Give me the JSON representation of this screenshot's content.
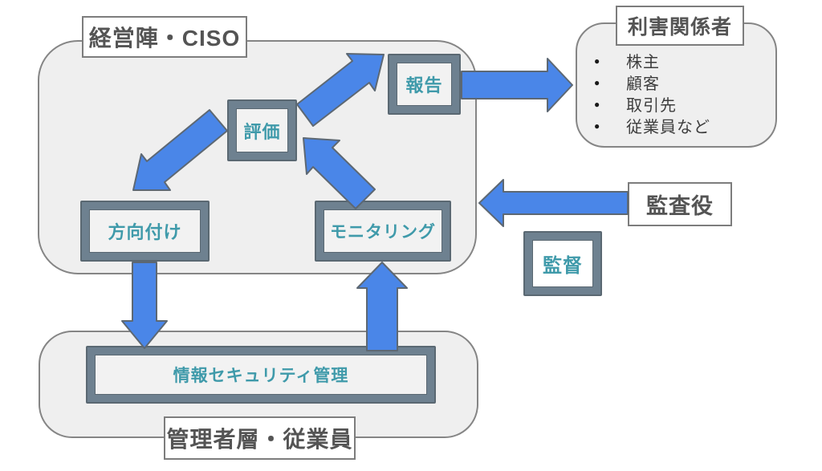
{
  "diagram": {
    "top_container": {
      "label": "経営陣・CISO"
    },
    "boxes": {
      "evaluate": "評価",
      "report": "報告",
      "direct": "方向付け",
      "monitor": "モニタリング",
      "oversight": "監督",
      "infosec_mgmt": "情報セキュリティ管理"
    },
    "stakeholders": {
      "label": "利害関係者",
      "items": [
        "株主",
        "顧客",
        "取引先",
        "従業員など"
      ],
      "bullet_glyph": "●"
    },
    "auditor": {
      "label": "監査役"
    },
    "bottom_container": {
      "label": "管理者層・従業員"
    },
    "arrows": [
      "evaluate-to-report",
      "report-to-stakeholders",
      "evaluate-to-direct",
      "monitor-to-evaluate",
      "direct-to-infosec",
      "infosec-to-monitor",
      "auditor-to-management"
    ],
    "colors": {
      "arrow_blue": "#4a86e8",
      "box_border_slate": "#6e8190",
      "accent_teal": "#3f9aaa",
      "container_fill": "#efefef",
      "label_border_gray": "#7d7d7d",
      "label_text_gray": "#545454"
    }
  }
}
